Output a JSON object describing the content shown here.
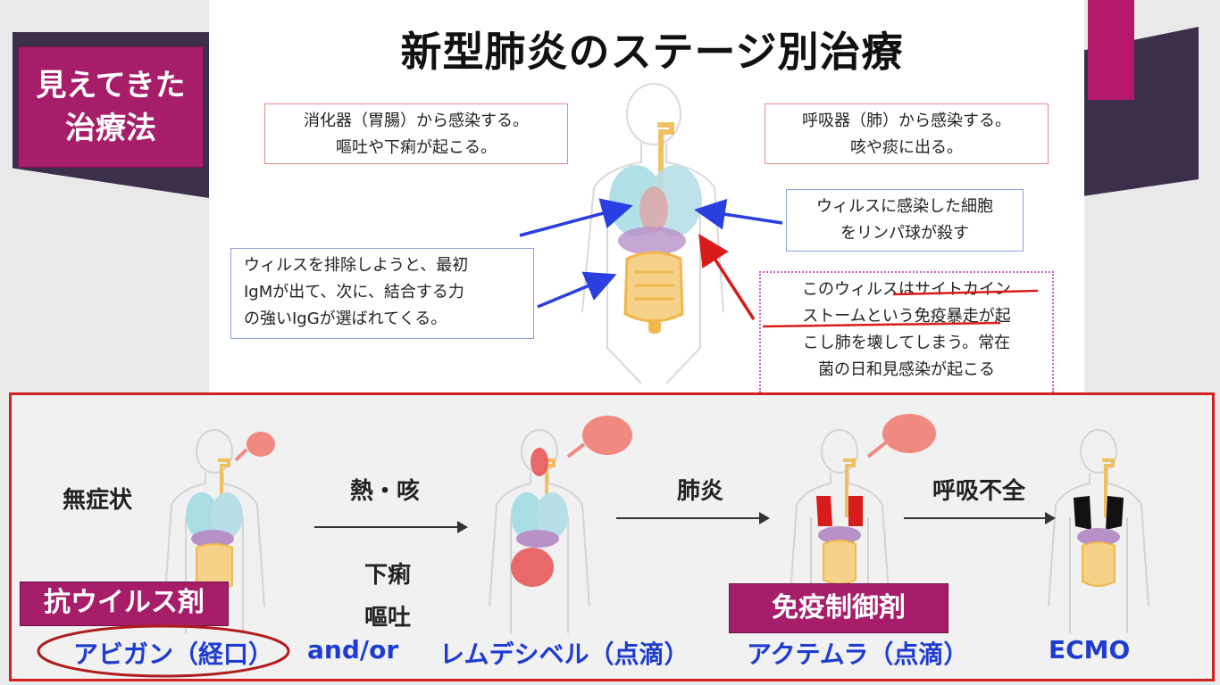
{
  "slide": {
    "title": "新型肺炎のステージ別治療",
    "badge_lines": [
      "見えてきた",
      "治療法"
    ],
    "box_digestive": [
      "消化器（胃腸）から感染する。",
      "嘔吐や下痢が起こる。"
    ],
    "box_respiratory": [
      "呼吸器（肺）から感染する。",
      "咳や痰に出る。"
    ],
    "box_lymph": [
      "ウィルスに感染した細胞",
      "をリンパ球が殺す"
    ],
    "box_antibody": [
      "ウィルスを排除しようと、最初",
      "IgMが出て、次に、結合する力",
      "の強いIgGが選ばれてくる。"
    ],
    "box_cytokine": [
      "このウィルスはサイトカイン",
      "ストームという免疫暴走が起",
      "こし肺を壊してしまう。常在",
      "菌の日和見感染が起こる"
    ]
  },
  "stages": {
    "asymptomatic": "無症状",
    "fever_cough": "熱・咳",
    "diarrhea": "下痢",
    "vomit": "嘔吐",
    "pneumonia": "肺炎",
    "respiratory_failure": "呼吸不全"
  },
  "treatments": {
    "antiviral_badge": "抗ウイルス剤",
    "immuno_badge": "免疫制御剤",
    "avigan": "アビガン（経口）",
    "andor": "and/or",
    "remdesivir": "レムデシベル（点滴）",
    "actemra": "アクテムラ（点滴）",
    "ecmo": "ECMO"
  },
  "colors": {
    "badge": "#a61e6a",
    "band": "#3b2f4b",
    "frame_red": "#d32020",
    "drug_blue": "#1e3ccf",
    "arrow_blue": "#2b3fe0",
    "arrow_red": "#d81b1b"
  }
}
